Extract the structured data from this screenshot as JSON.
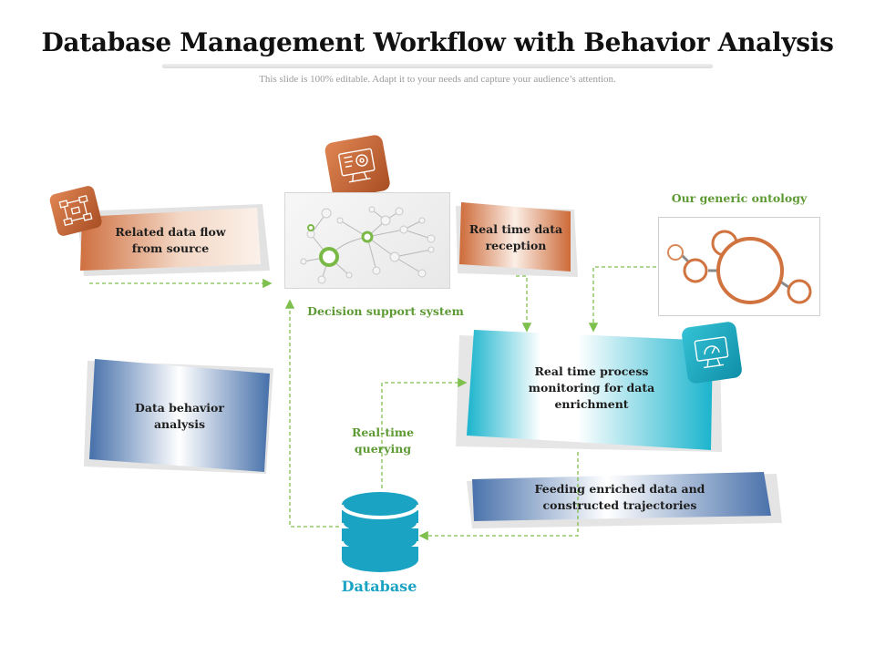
{
  "header": {
    "title": "Database Management Workflow with Behavior Analysis",
    "subtitle": "This slide is 100% editable. Adapt it to your needs and capture your audience’s attention."
  },
  "nodes": {
    "related_data_flow": "Related data flow from source",
    "decision_support": "Decision support system",
    "real_time_reception": "Real time data reception",
    "ontology": "Our generic ontology",
    "monitoring": "Real time process monitoring for data enrichment",
    "data_behavior": "Data behavior analysis",
    "querying": "Real-time querying",
    "feeding": "Feeding enriched data and constructed trajectories",
    "database": "Database"
  },
  "icons": {
    "related_data_flow": "network-nodes-icon",
    "decision_support": "monitor-settings-icon",
    "monitoring": "monitor-dashboard-icon",
    "database": "database-icon"
  },
  "colors": {
    "orange": "#c8693a",
    "teal": "#1fb5cf",
    "blue": "#4a74ad",
    "green_label": "#5e9a34",
    "arrow": "#7ec04e",
    "database": "#1aa3c3"
  }
}
